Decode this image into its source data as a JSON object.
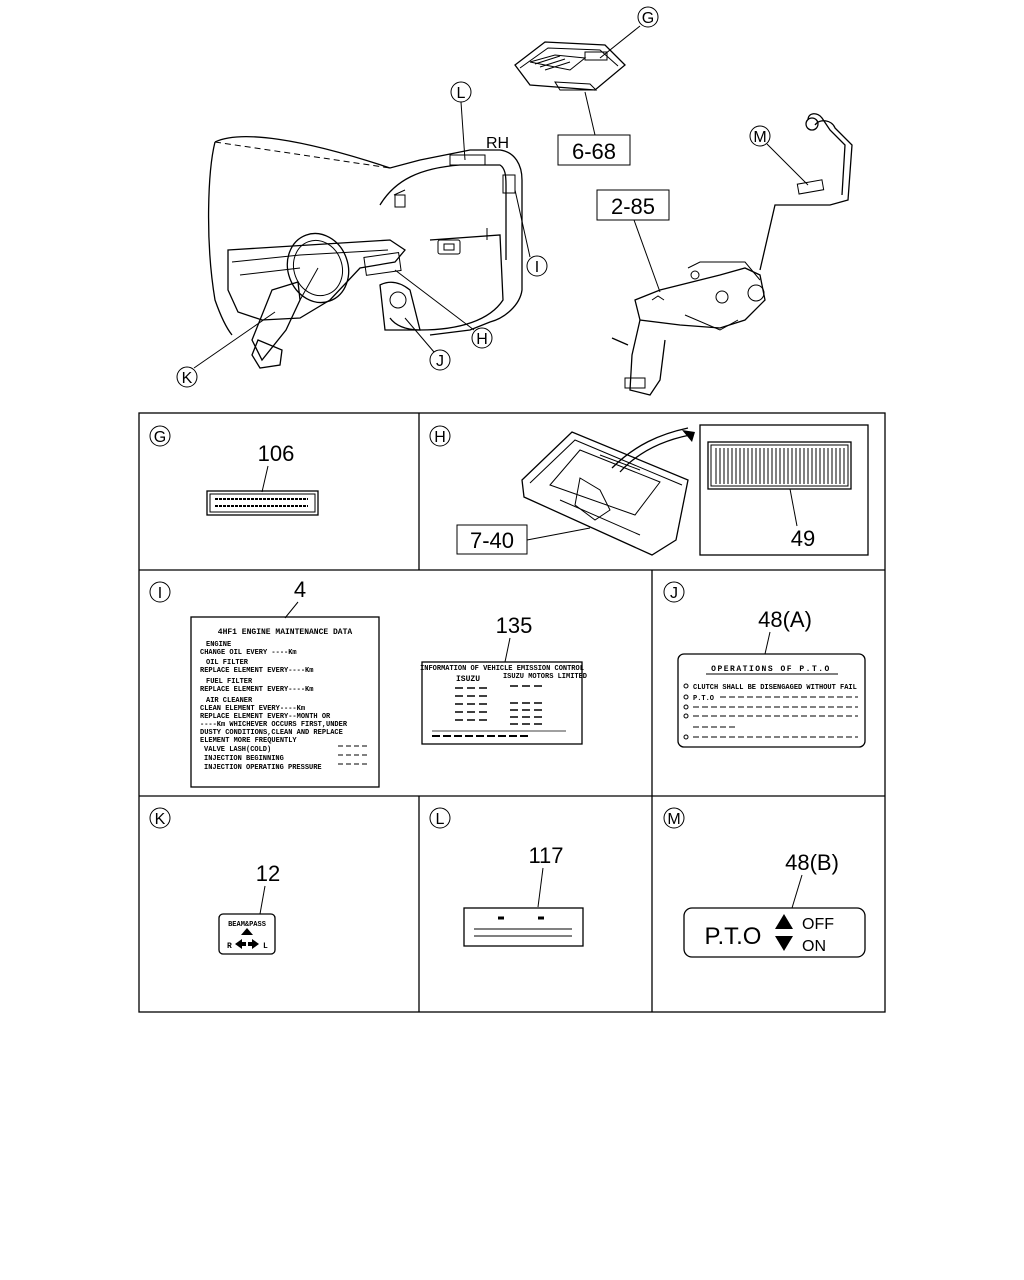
{
  "callouts": {
    "G": "G",
    "H": "H",
    "I": "I",
    "J": "J",
    "K": "K",
    "L": "L",
    "M": "M",
    "rh": "RH"
  },
  "refs": {
    "r668": "6-68",
    "r285": "2-85",
    "r740": "7-40"
  },
  "parts": {
    "p106": "106",
    "p49": "49",
    "p4": "4",
    "p135": "135",
    "p48a": "48(A)",
    "p12": "12",
    "p117": "117",
    "p48b": "48(B)"
  },
  "labels": {
    "engine_maint": {
      "title": "4HF1 ENGINE MAINTENANCE DATA",
      "lines": [
        "ENGINE",
        "CHANGE OIL EVERY ----Km",
        "OIL FILTER",
        "REPLACE ELEMENT EVERY----Km",
        "FUEL FILTER",
        "REPLACE ELEMENT EVERY----Km",
        "AIR CLEANER",
        "CLEAN ELEMENT EVERY----Km",
        "REPLACE ELEMENT EVERY--MONTH OR",
        "----Km WHICHEVER OCCURS FIRST,UNDER",
        "DUSTY CONDITIONS,CLEAN AND REPLACE",
        "ELEMENT MORE FREQUENTLY",
        "VALVE LASH(COLD)",
        "INJECTION BEGINNING",
        "INJECTION OPERATING PRESSURE"
      ]
    },
    "emission": {
      "header": "INFORMATION OF VEHICLE EMISSION CONTROL",
      "brand": "ISUZU",
      "sub": "ISUZU MOTORS LIMITED"
    },
    "pto_ops": {
      "title": "OPERATIONS OF P.T.O",
      "line1": "CLUTCH SHALL BE DISENGAGED WITHOUT FAIL",
      "line2": "P.T.O"
    },
    "beam": {
      "title": "BEAM&PASS",
      "left": "R",
      "right": "L"
    },
    "pto_switch": {
      "text": "P.T.O",
      "off": "OFF",
      "on": "ON"
    }
  }
}
